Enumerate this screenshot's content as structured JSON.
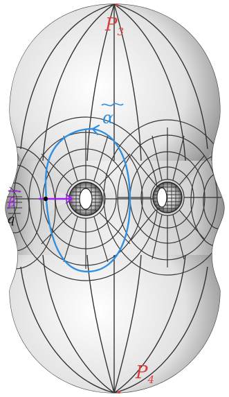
{
  "labels": {
    "top_point": "P",
    "top_point_sub": "3",
    "bottom_point": "P",
    "bottom_point_sub": "4",
    "alpha": "α",
    "beta": "β",
    "q": "q"
  },
  "colors": {
    "point_red": "#d84040",
    "alpha_blue": "#2f8fe0",
    "beta_purple": "#a020f0",
    "mesh": "#333333",
    "body_light": "#f4f4f4",
    "body_dark": "#9a9a9a"
  }
}
